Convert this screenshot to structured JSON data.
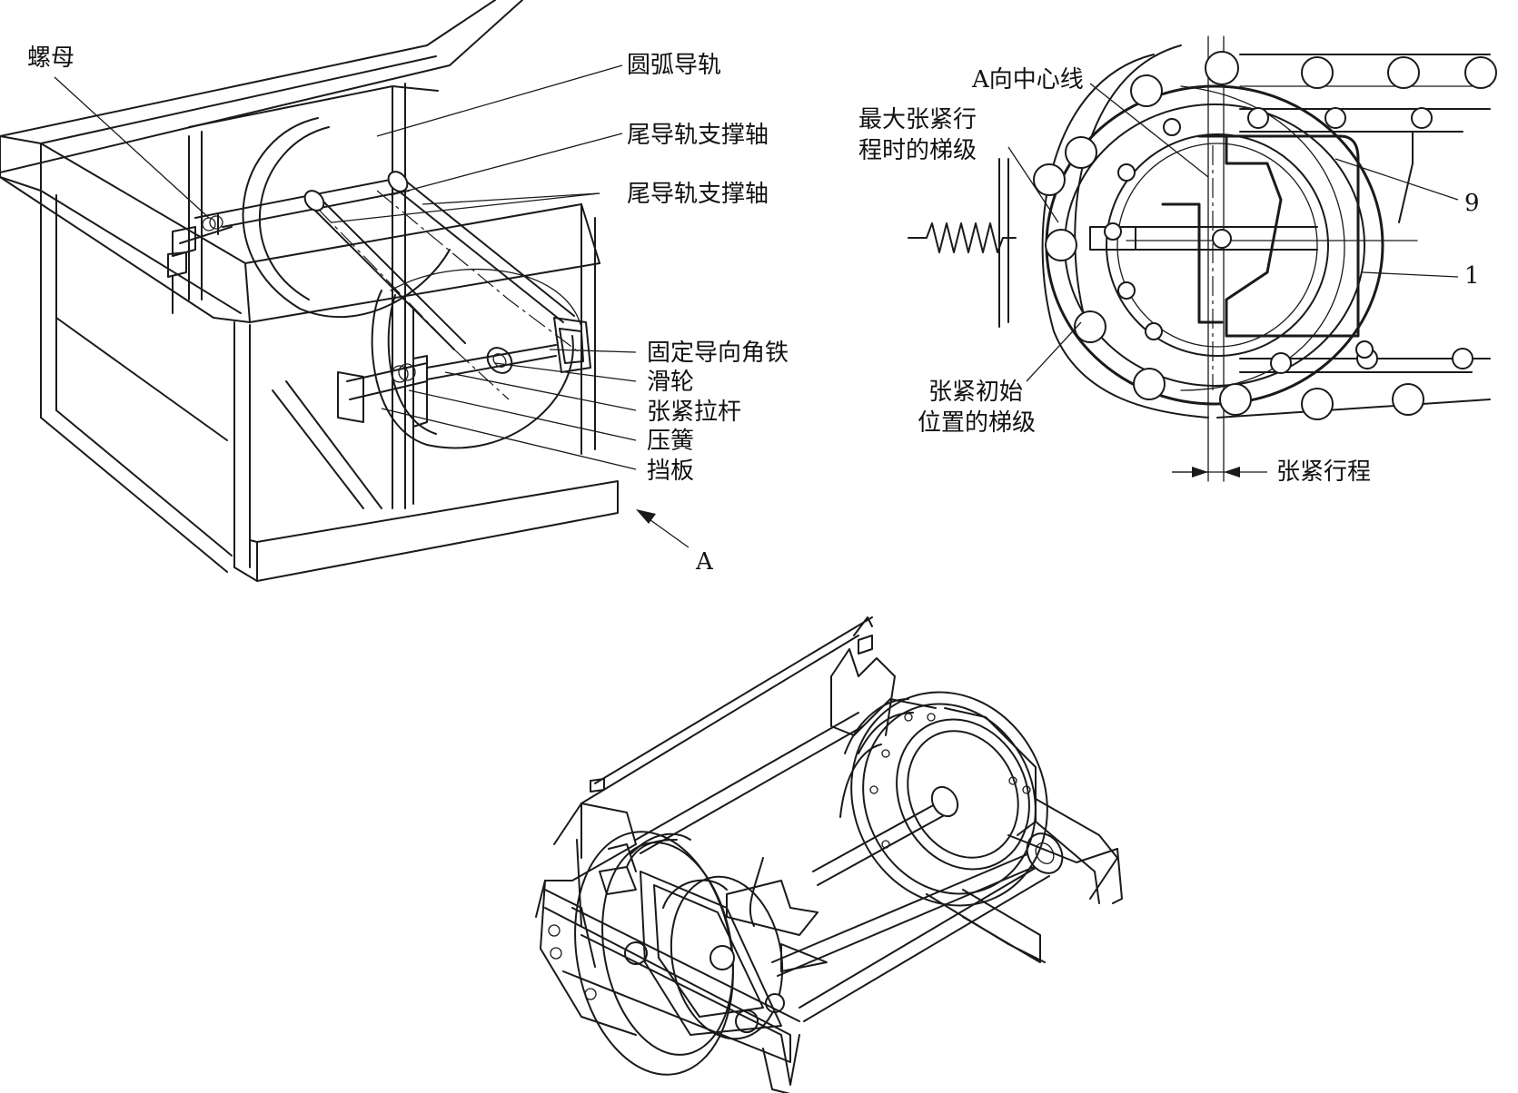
{
  "figure_left": {
    "labels": {
      "nut": "螺母",
      "arc_guide_rail": "圆弧导轨",
      "tail_rail_support_shaft_1": "尾导轨支撑轴",
      "tail_rail_support_shaft_2": "尾导轨支撑轴",
      "fixed_guide_angle": "固定导向角铁",
      "pulley": "滑轮",
      "tension_rod": "张紧拉杆",
      "compression_spring": "压簧",
      "baffle": "挡板",
      "view_a": "A"
    }
  },
  "figure_right": {
    "labels": {
      "a_centerline": "A向中心线",
      "max_travel_step_l1": "最大张紧行",
      "max_travel_step_l2": "程时的梯级",
      "initial_step_l1": "张紧初始",
      "initial_step_l2": "位置的梯级",
      "tension_travel": "张紧行程",
      "part_9": "9",
      "part_1": "1"
    }
  }
}
